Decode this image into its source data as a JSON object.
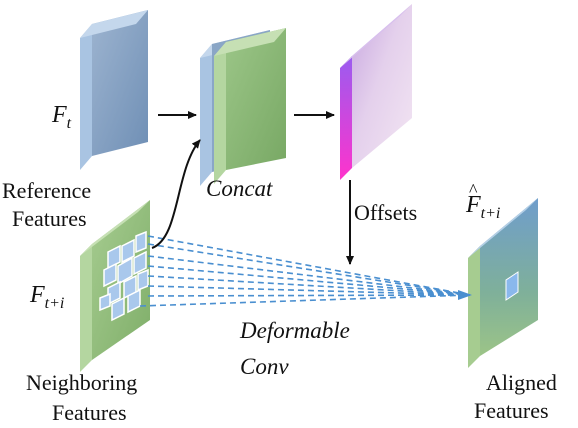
{
  "diagram": {
    "ref_symbol": "F",
    "ref_subscript": "t",
    "ref_caption_line1": "Reference",
    "ref_caption_line2": "Features",
    "concat_label": "Concat",
    "offsets_label": "Offsets",
    "nbr_symbol": "F",
    "nbr_subscript": "t+i",
    "nbr_caption_line1": "Neighboring",
    "nbr_caption_line2": "Features",
    "deform_line1": "Deformable",
    "deform_line2": "Conv",
    "aligned_symbol": "F",
    "aligned_hat": "^",
    "aligned_subscript": "t+i",
    "aligned_caption_line1": "Aligned",
    "aligned_caption_line2": "Features"
  },
  "colors": {
    "reference_face": "#8aa6c6",
    "concat_green": "#8cb878",
    "neighbor_green": "#9cc487",
    "offsets_magenta": "#e040f0",
    "aligned_face": "#7fb0b6",
    "dashed_lines": "#4a8fd0",
    "arrows": "#111111"
  }
}
